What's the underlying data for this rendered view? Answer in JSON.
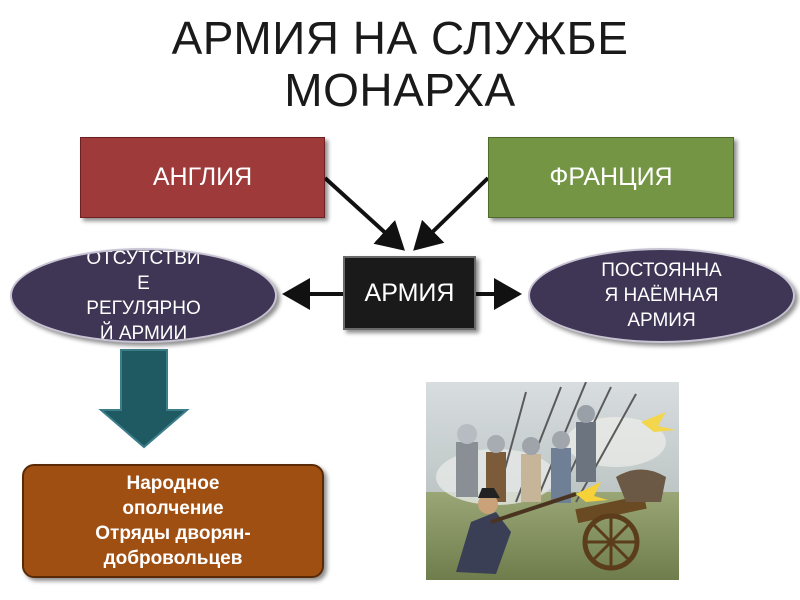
{
  "title": {
    "line1": "АРМИЯ НА СЛУЖБЕ",
    "line2": "МОНАРХА"
  },
  "boxes": {
    "england": "АНГЛИЯ",
    "france": "ФРАНЦИЯ",
    "army": "АРМИЯ"
  },
  "ovals": {
    "left": [
      "ОТСУТСТВИ",
      "Е",
      "РЕГУЛЯРНО",
      "Й АРМИИ"
    ],
    "right": [
      "ПОСТОЯННА",
      "Я НАЁМНАЯ",
      "АРМИЯ"
    ]
  },
  "militia": {
    "lines": [
      "Народное",
      "ополчение",
      "Отряды дворян-",
      "добровольцев"
    ]
  },
  "colors": {
    "england": "#9e3a3a",
    "france": "#749644",
    "army": "#1a1a1a",
    "ovals": "#3f3555",
    "militia": "#a04f12",
    "down_arrow": "#1f5a63"
  },
  "image": {
    "description_icon": "battle-painting"
  }
}
